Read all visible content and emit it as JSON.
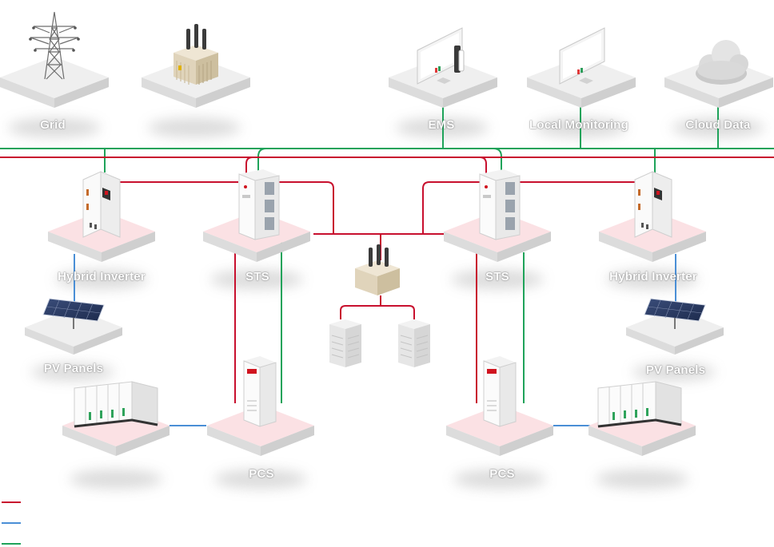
{
  "nodes": {
    "grid": {
      "label": "Grid"
    },
    "transformer_top": {
      "label": ""
    },
    "ems": {
      "label": "EMS"
    },
    "local_monitoring": {
      "label": "Local Monitoring"
    },
    "cloud_data": {
      "label": "Cloud Data"
    },
    "hybrid_inverter_left": {
      "label": "Hybrid Inverter"
    },
    "sts_left": {
      "label": "STS"
    },
    "sts_right": {
      "label": "STS"
    },
    "hybrid_inverter_right": {
      "label": "Hybrid Inverter"
    },
    "pv_panels_left": {
      "label": "PV Panels"
    },
    "pv_panels_right": {
      "label": "PV Panels"
    },
    "pcs_left": {
      "label": "PCS"
    },
    "pcs_right": {
      "label": "PCS"
    }
  },
  "line_colors": {
    "power": "#c8102e",
    "dc": "#4a8fd6",
    "communication": "#1fa35a"
  },
  "icons": {
    "grid": "transmission-tower-icon",
    "transformer": "transformer-icon",
    "monitor": "monitor-icon",
    "cloud": "cloud-icon",
    "inverter": "inverter-icon",
    "cabinet": "cabinet-icon",
    "pv": "solar-panel-icon",
    "battery": "battery-container-icon",
    "load": "building-icon"
  }
}
